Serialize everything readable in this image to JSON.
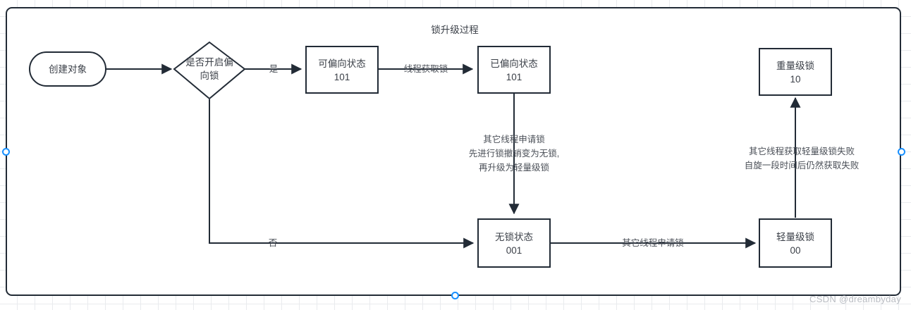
{
  "diagram": {
    "title": "锁升级过程",
    "watermark": "CSDN @dreambyday",
    "nodes": {
      "start": {
        "label": "创建对象"
      },
      "decision": {
        "line1": "是否开启偏",
        "line2": "向锁"
      },
      "biasable": {
        "line1": "可偏向状态",
        "line2": "101"
      },
      "biased": {
        "line1": "已偏向状态",
        "line2": "101"
      },
      "nolock": {
        "line1": "无锁状态",
        "line2": "001"
      },
      "lightweight": {
        "line1": "轻量级锁",
        "line2": "00"
      },
      "heavyweight": {
        "line1": "重量级锁",
        "line2": "10"
      }
    },
    "edges": {
      "yes": "是",
      "no": "否",
      "thread_acquire": "线程获取锁",
      "revoke_line1": "其它线程申请锁",
      "revoke_line2": "先进行锁撤销变为无锁,",
      "revoke_line3": "再升级为轻量级锁",
      "other_thread_request": "其它线程申请锁",
      "inflate_line1": "其它线程获取轻量级锁失败",
      "inflate_line2": "自旋一段时间后仍然获取失败"
    },
    "colors": {
      "stroke": "#222b36",
      "text": "#3a3f47",
      "selection": "#1890ff",
      "grid": "#e9ebee",
      "watermark": "#b9bcc2"
    }
  }
}
